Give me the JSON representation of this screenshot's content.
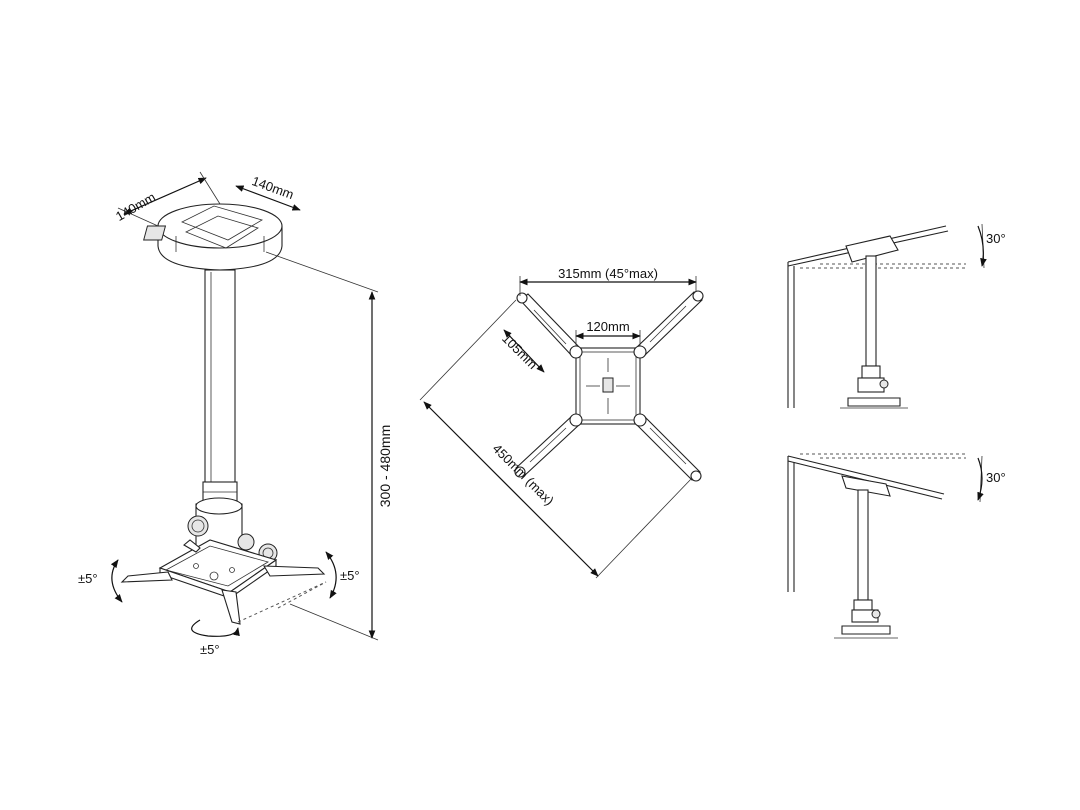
{
  "labels": {
    "plate_width": "140mm",
    "plate_depth": "140mm",
    "height_range": "300 - 480mm",
    "tilt_left": "±5°",
    "tilt_right": "±5°",
    "swivel": "±5°",
    "arm_span": "315mm (45°max)",
    "center_plate": "120mm",
    "arm_length": "105mm",
    "diagonal_max": "450mm (max)",
    "ceiling_angle_top": "30°",
    "ceiling_angle_bottom": "30°"
  },
  "colors": {
    "line": "#222222",
    "background": "#ffffff"
  }
}
